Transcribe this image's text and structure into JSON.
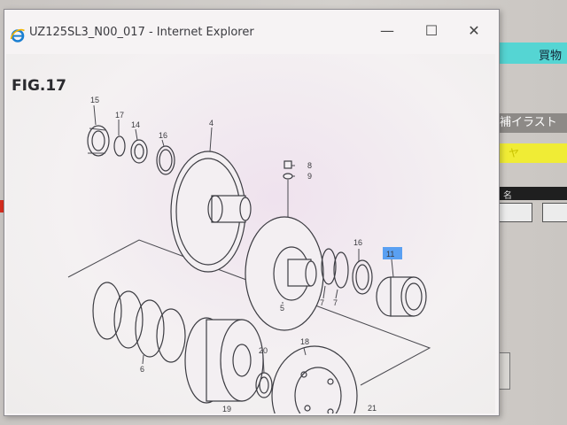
{
  "background_app": {
    "teal_label": "買物",
    "gray_label": "補イラスト",
    "yellow_label": "ヤ",
    "dark_label": "名"
  },
  "window": {
    "title": "UZ125SL3_N00_017 - Internet Explorer",
    "icon": "internet-explorer-icon",
    "controls": {
      "minimize": "—",
      "maximize": "☐",
      "close": "✕"
    }
  },
  "figure": {
    "title": "FIG.17",
    "highlight_color": "#5aa0f2",
    "part_numbers": {
      "p15": "15",
      "p17": "17",
      "p14": "14",
      "p16a": "16",
      "p4": "4",
      "p8": "8",
      "p9": "9",
      "p16b": "16",
      "p11": "11",
      "p7a": "7",
      "p7b": "7",
      "p5": "5",
      "p6": "6",
      "p20": "20",
      "p18": "18",
      "p19": "19",
      "p21": "21"
    }
  }
}
